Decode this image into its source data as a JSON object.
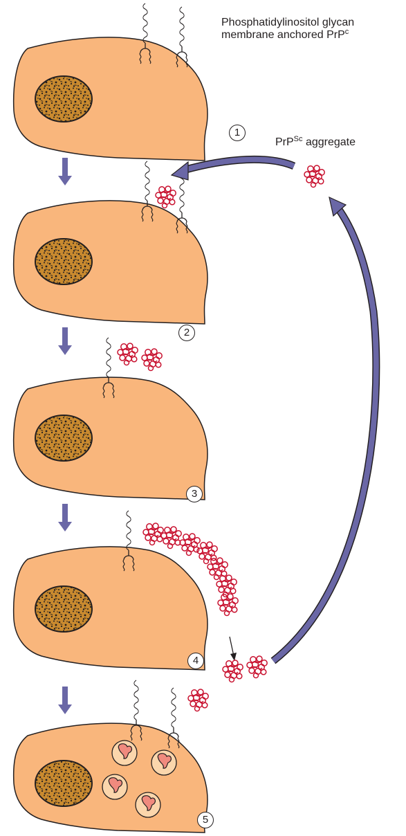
{
  "labels": {
    "pi_line1": "Phosphatidylinositol glycan",
    "pi_line2_prefix": "membrane anchored PrP",
    "pi_line2_sup": "c",
    "prpsc_prefix": "PrP",
    "prpsc_sup": "Sc",
    "prpsc_suffix": " aggregate"
  },
  "steps": [
    "1",
    "2",
    "3",
    "4",
    "5"
  ],
  "colors": {
    "cell_fill": "#f9b67c",
    "outline": "#231f20",
    "nucleus_fill": "#c98a2f",
    "aggregate": "#c8102e",
    "arrow": "#6a67a6",
    "vesicle_outer": "#fbd6ac",
    "vesicle_inner": "#f08a7e"
  }
}
